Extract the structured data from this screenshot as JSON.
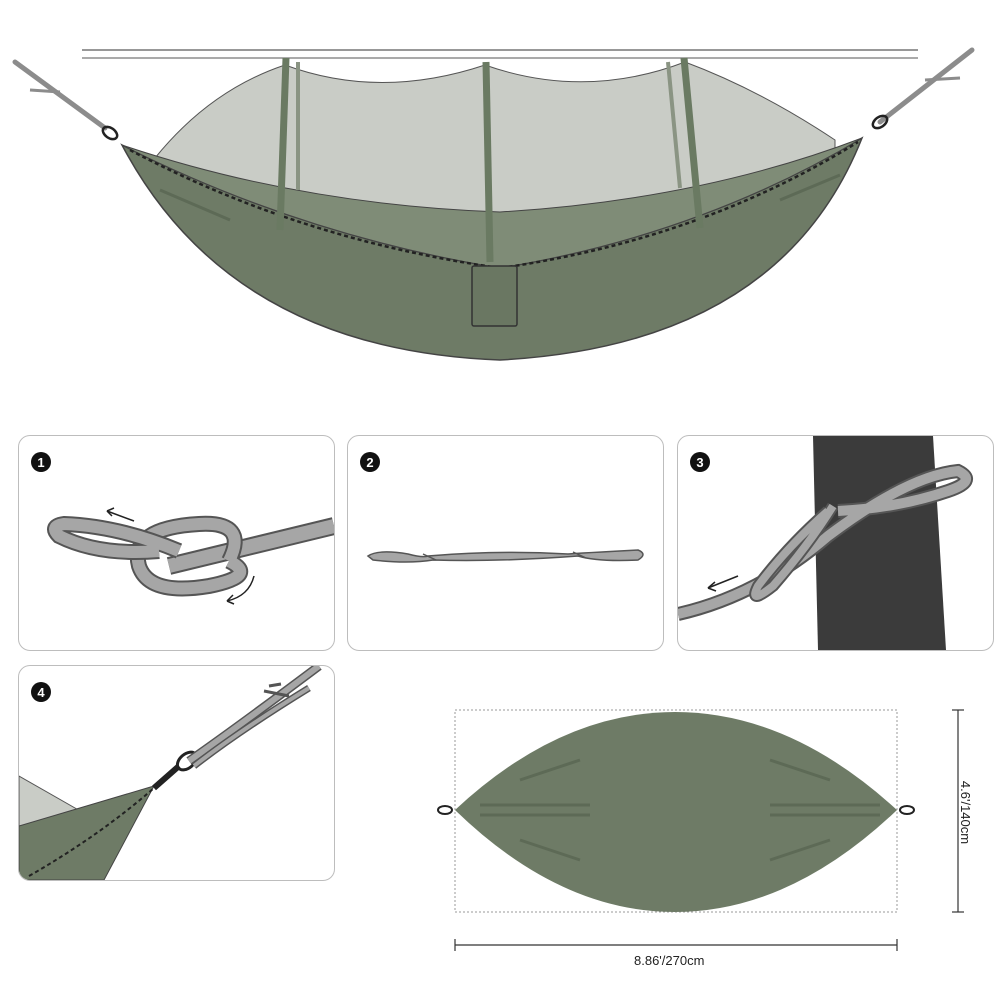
{
  "colors": {
    "fabric": "#6e7b66",
    "fabric_dark": "#5d6a56",
    "mesh": "#c9ccc6",
    "cord": "#9a9a9a",
    "tree": "#3b3b3b",
    "panel_border": "#bdbdbd"
  },
  "steps": [
    {
      "number": "1"
    },
    {
      "number": "2"
    },
    {
      "number": "3"
    },
    {
      "number": "4"
    }
  ],
  "dimensions": {
    "length": "8.86'/270cm",
    "width": "4.6'/140cm"
  }
}
